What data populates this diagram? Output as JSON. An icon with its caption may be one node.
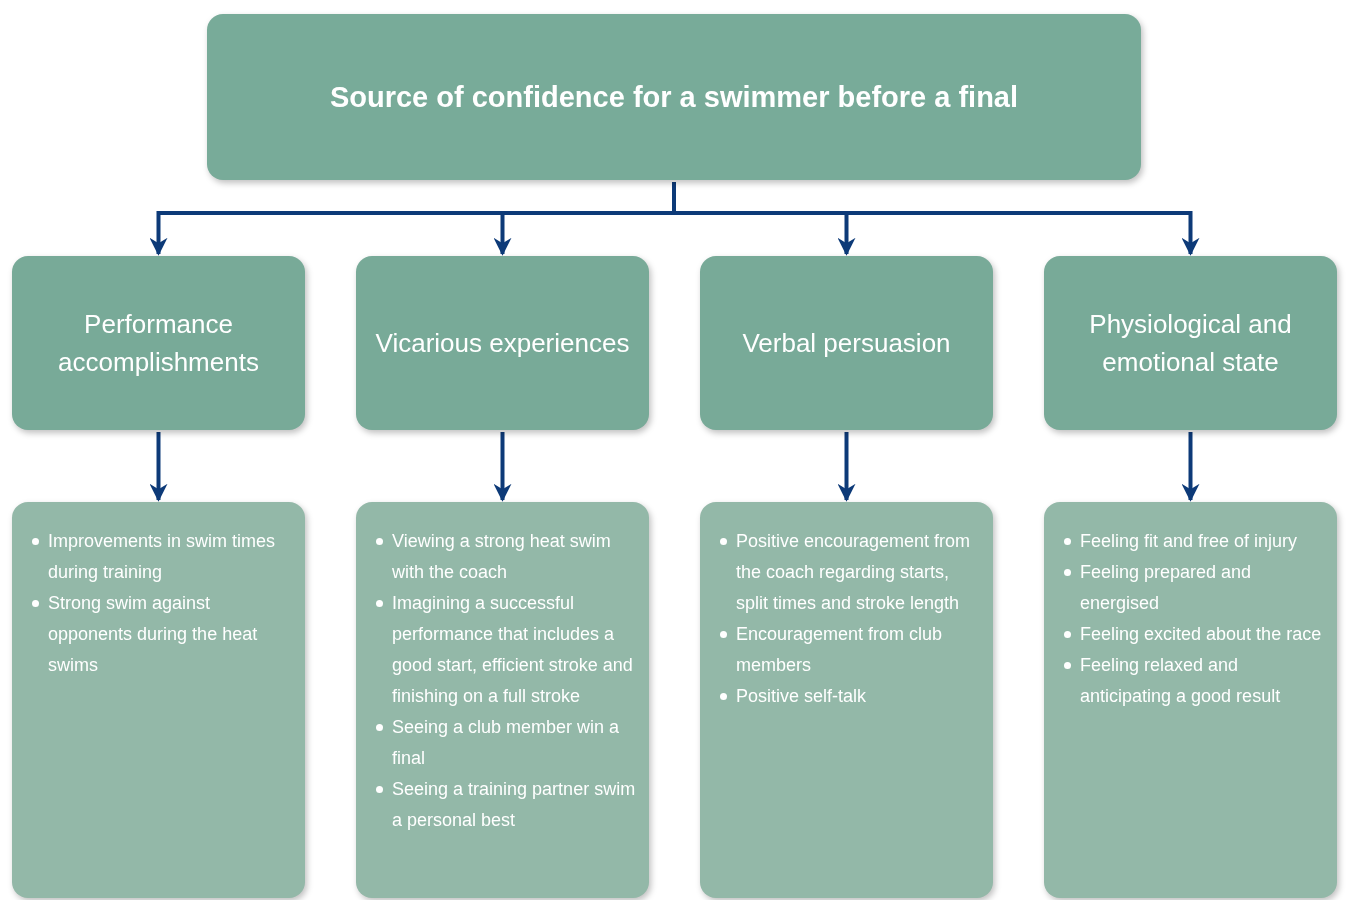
{
  "diagram": {
    "nodes": [
      {
        "text": [
          "Source of confidence for a swimmer before a final"
        ]
      },
      {
        "text": [
          "Performance accomplishments"
        ]
      },
      {
        "text": [
          "Vicarious experiences"
        ]
      },
      {
        "text": [
          "Verbal persuasion"
        ]
      },
      {
        "text": [
          "Physiological and emotional state"
        ]
      },
      {
        "text": [
          "Improvements in swim times during training",
          "Strong swim against opponents during the heat swims"
        ]
      },
      {
        "text": [
          "Viewing a strong heat swim with the coach",
          "Imagining a successful performance that includes a good start, efficient stroke and finishing on a full stroke",
          "Seeing a club member win a final",
          "Seeing a training partner swim a personal best"
        ]
      },
      {
        "text": [
          "Positive encouragement from the coach regarding starts, split times and stroke length",
          "Encouragement from club members",
          "Positive self-talk"
        ]
      },
      {
        "text": [
          "Feeling fit and free of injury",
          "Feeling prepared and energised",
          "Feeling excited about the race",
          "Feeling relaxed and anticipating a good result"
        ]
      }
    ],
    "edges": [
      {
        "from": 0,
        "to": 1,
        "arrow": "to"
      },
      {
        "from": 0,
        "to": 2,
        "arrow": "to"
      },
      {
        "from": 0,
        "to": 3,
        "arrow": "to"
      },
      {
        "from": 0,
        "to": 4,
        "arrow": "to"
      },
      {
        "from": 1,
        "to": 5,
        "arrow": "to"
      },
      {
        "from": 2,
        "to": 6,
        "arrow": "to"
      },
      {
        "from": 3,
        "to": 7,
        "arrow": "to"
      },
      {
        "from": 4,
        "to": 8,
        "arrow": "to"
      }
    ]
  }
}
